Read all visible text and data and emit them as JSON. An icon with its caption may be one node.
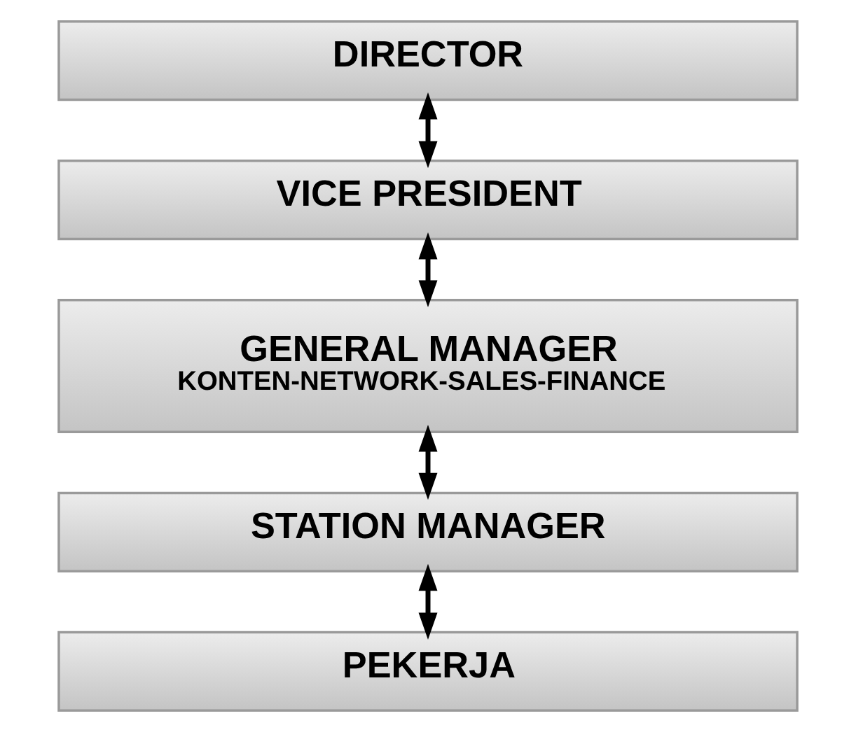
{
  "diagram": {
    "nodes": [
      {
        "text": [
          "DIRECTOR"
        ]
      },
      {
        "text": [
          "VICE PRESIDENT"
        ]
      },
      {
        "text": [
          "GENERAL MANAGER",
          "KONTEN-NETWORK-SALES-FINANCE"
        ]
      },
      {
        "text": [
          "STATION MANAGER"
        ]
      },
      {
        "text": [
          "PEKERJA"
        ]
      }
    ],
    "edges": [
      {
        "from": 0,
        "to": 1,
        "arrow": "both"
      },
      {
        "from": 1,
        "to": 2,
        "arrow": "both"
      },
      {
        "from": 2,
        "to": 3,
        "arrow": "both"
      },
      {
        "from": 3,
        "to": 4,
        "arrow": "both"
      }
    ]
  }
}
